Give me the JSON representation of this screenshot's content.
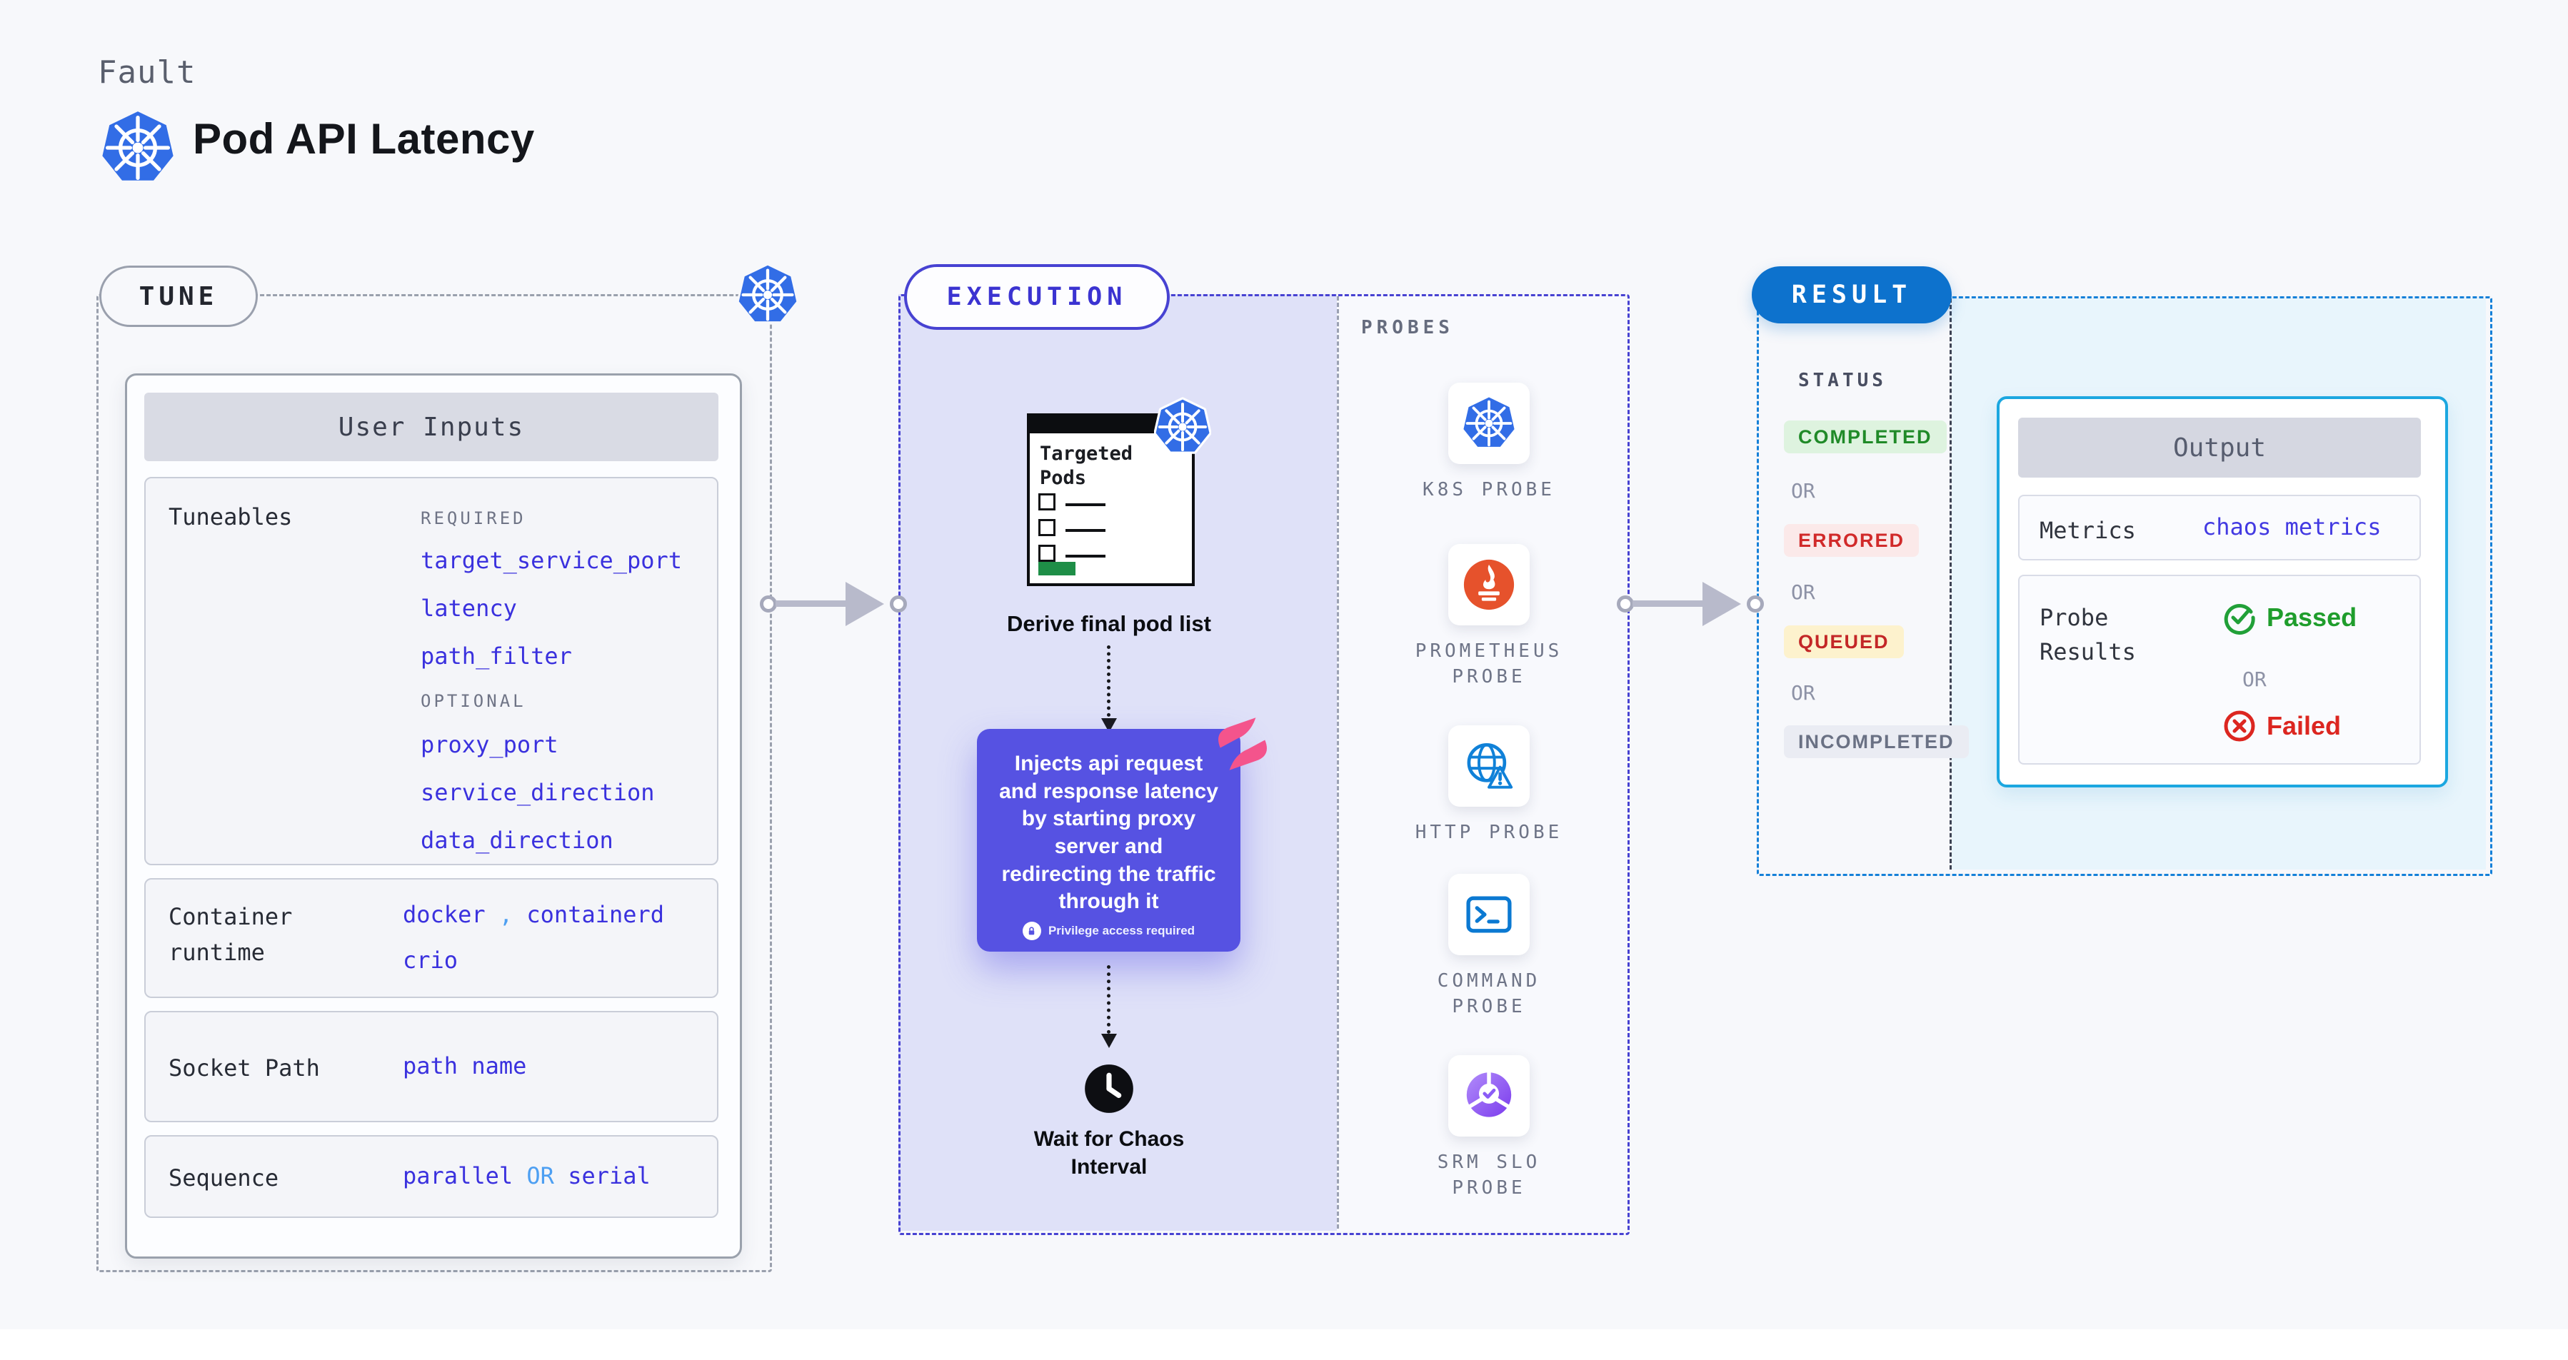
{
  "page": {
    "eyebrow": "Fault",
    "title": "Pod API Latency"
  },
  "colors": {
    "page_bg": "#f7f8fb",
    "kubernetes_blue": "#326de6",
    "tune_gray": "#9aa0ad",
    "execution_indigo": "#4742d2",
    "execution_fill": "#dfe1f8",
    "inject_purple": "#5652e2",
    "pinwheel_pink": "#f4548c",
    "result_blue": "#0d72cd",
    "result_dash_blue": "#1580d8",
    "result_fill": "#e8f5fc",
    "output_border": "#1ba7e0",
    "value_blue": "#3a31de",
    "value_light_blue": "#4d9ff2",
    "completed_green": "#208a28",
    "errored_red": "#d12a2a",
    "queued_red": "#c32727",
    "incompleted_gray": "#6a7184",
    "passed_green": "#1f9d2c",
    "failed_red": "#dc2620",
    "prometheus_orange": "#e6522c",
    "targeted_green": "#1e8e47"
  },
  "tune": {
    "label": "TUNE",
    "user_inputs": {
      "title": "User Inputs",
      "tuneables_label": "Tuneables",
      "required_label": "REQUIRED",
      "required": [
        "target_service_port",
        "latency",
        "path_filter"
      ],
      "optional_label": "OPTIONAL",
      "optional": [
        "proxy_port",
        "service_direction",
        "data_direction"
      ],
      "container_runtime": {
        "label": "Container runtime",
        "value1": "docker",
        "separator": ",",
        "value2": "containerd",
        "value3": "crio"
      },
      "socket_path": {
        "label": "Socket Path",
        "value": "path name"
      },
      "sequence": {
        "label": "Sequence",
        "value1": "parallel",
        "or": "OR",
        "value2": "serial"
      }
    }
  },
  "execution": {
    "label": "EXECUTION",
    "targeted_pods_title": "Targeted Pods",
    "derive_label": "Derive final pod list",
    "inject_text": "Injects api request\nand response latency\nby starting proxy\nserver and\nredirecting the traffic\nthrough it",
    "privilege_note": "Privilege access required",
    "wait_label": "Wait for Chaos Interval"
  },
  "probes": {
    "title": "PROBES",
    "items": [
      {
        "label": "K8S PROBE",
        "icon": "kubernetes-icon"
      },
      {
        "label": "PROMETHEUS\nPROBE",
        "icon": "prometheus-icon"
      },
      {
        "label": "HTTP PROBE",
        "icon": "http-globe-icon"
      },
      {
        "label": "COMMAND\nPROBE",
        "icon": "terminal-icon"
      },
      {
        "label": "SRM SLO\nPROBE",
        "icon": "slo-donut-icon"
      }
    ]
  },
  "result": {
    "label": "RESULT",
    "status_label": "STATUS",
    "or_label": "OR",
    "statuses": [
      {
        "label": "COMPLETED",
        "fg": "#208a28",
        "bg": "#def3df"
      },
      {
        "label": "ERRORED",
        "fg": "#d12a2a",
        "bg": "#fbe9e9"
      },
      {
        "label": "QUEUED",
        "fg": "#c32727",
        "bg": "#fdf2cd"
      },
      {
        "label": "INCOMPLETED",
        "fg": "#6a7184",
        "bg": "#eaecf3"
      }
    ],
    "output": {
      "title": "Output",
      "metrics_label": "Metrics",
      "metrics_value": "chaos metrics",
      "probe_results_label": "Probe Results",
      "passed_label": "Passed",
      "or_label": "OR",
      "failed_label": "Failed"
    }
  }
}
